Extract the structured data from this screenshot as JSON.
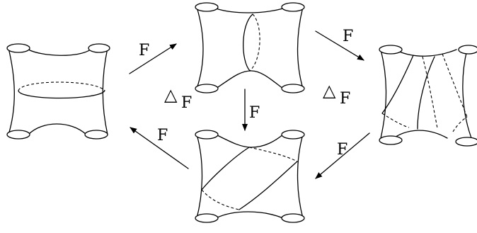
{
  "labels": {
    "map_symbol": "F",
    "triangle": "△"
  },
  "diagram": {
    "surfaces": [
      "surface-left",
      "surface-top",
      "surface-right",
      "surface-bottom"
    ],
    "arrows": [
      {
        "name": "arrow-left-to-top",
        "label": "F"
      },
      {
        "name": "arrow-top-to-right",
        "label": "F"
      },
      {
        "name": "arrow-top-to-bottom",
        "label": "F"
      },
      {
        "name": "arrow-right-to-bottom",
        "label": "F"
      },
      {
        "name": "arrow-bottom-to-left",
        "label": "F"
      }
    ],
    "triangle_labels": [
      {
        "name": "triangle-f-left",
        "symbol": "△",
        "letter": "F"
      },
      {
        "name": "triangle-f-right",
        "symbol": "△",
        "letter": "F"
      }
    ]
  },
  "colors": {
    "ink": "#000000",
    "paper": "#ffffff"
  }
}
